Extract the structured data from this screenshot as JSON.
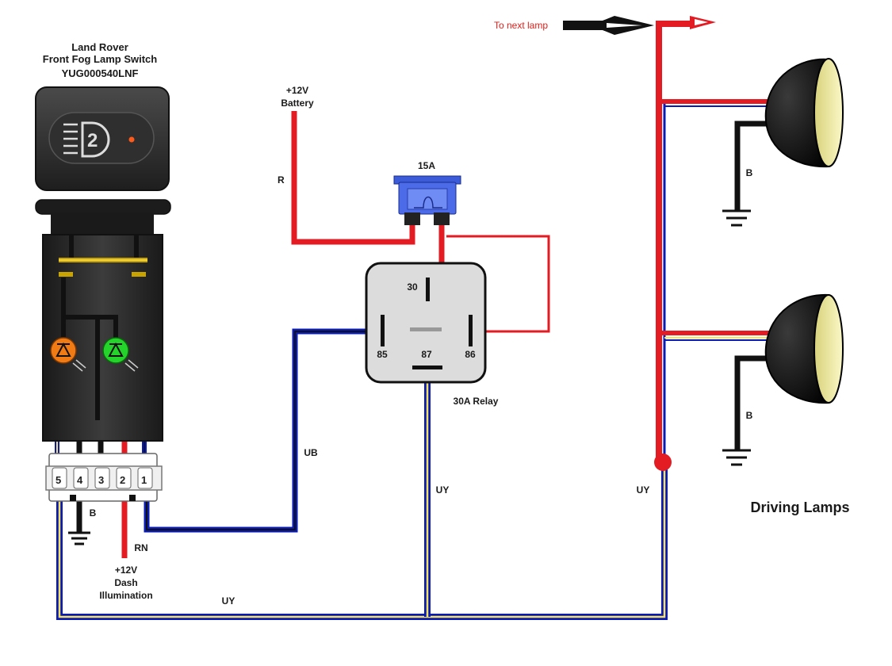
{
  "switch": {
    "title_line1": "Land Rover",
    "title_line2": "Front Fog Lamp Switch",
    "part_number": "YUG000540LNF",
    "pins": [
      "5",
      "4",
      "3",
      "2",
      "1"
    ],
    "button_symbol": "2"
  },
  "battery": {
    "label_line1": "+12V",
    "label_line2": "Battery"
  },
  "fuse": {
    "label": "15A"
  },
  "relay": {
    "label": "30A Relay",
    "pins": {
      "p30": "30",
      "p85": "85",
      "p87": "87",
      "p86": "86"
    }
  },
  "dash": {
    "label_line1": "+12V",
    "label_line2": "Dash",
    "label_line3": "Illumination"
  },
  "wires": {
    "red": "R",
    "black_switch": "B",
    "red_green": "RN",
    "blue_black": "UB",
    "blue_yellow_relay": "UY",
    "blue_yellow_right": "UY",
    "blue_yellow_bottom": "UY",
    "black_lamp_top": "B",
    "black_lamp_bottom": "B"
  },
  "next_lamp": {
    "label": "To next lamp"
  },
  "lamps": {
    "label": "Driving Lamps"
  },
  "colors": {
    "red_wire": "#e31b23",
    "blue_wire": "#0a1bb5",
    "yellow_stripe": "#f5e25a",
    "black_wire": "#111111",
    "fuse_blue": "#3b5bd9",
    "relay_body": "#dcdcdc",
    "lamp_lens": "#f4f0a8",
    "switch_body": "#2a2a2a"
  }
}
